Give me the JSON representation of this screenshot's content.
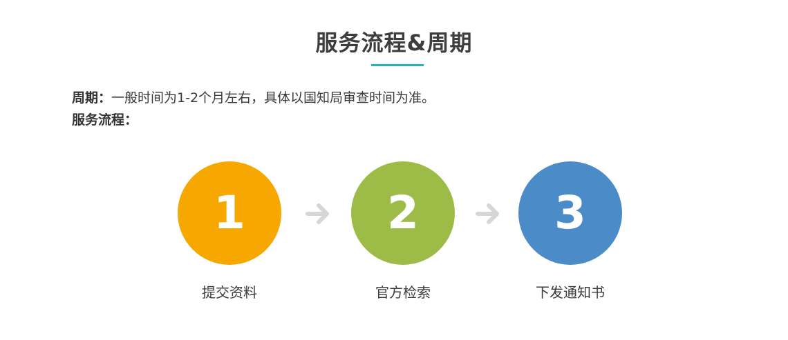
{
  "header": {
    "title": "服务流程&周期",
    "underline_color": "#25b7a7"
  },
  "info": {
    "period_label": "周期：",
    "period_text": "一般时间为1-2个月左右，具体以国知局审查时间为准。",
    "process_label": "服务流程："
  },
  "steps": [
    {
      "number": "1",
      "label": "提交资料",
      "color": "#f7a800"
    },
    {
      "number": "2",
      "label": "官方检索",
      "color": "#9dbb47"
    },
    {
      "number": "3",
      "label": "下发通知书",
      "color": "#4a8bc8"
    }
  ],
  "arrow_icon": "arrow-right-icon",
  "arrow_color": "#d6d6d6"
}
